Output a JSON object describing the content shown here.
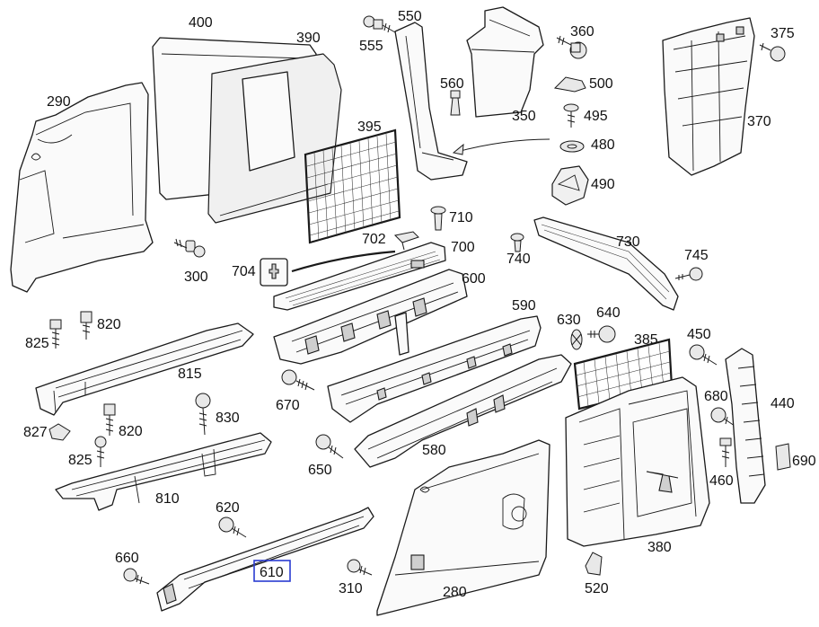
{
  "diagram": {
    "highlight_color": "#2a3bd1",
    "line_color": "#1a1a1a",
    "highlighted_part": "610",
    "labels": {
      "p400": "400",
      "p390": "390",
      "p555": "555",
      "p550": "550",
      "p360": "360",
      "p375": "375",
      "p290": "290",
      "p560": "560",
      "p500": "500",
      "p395": "395",
      "p350": "350",
      "p495": "495",
      "p370": "370",
      "p480": "480",
      "p490": "490",
      "p710": "710",
      "p702": "702",
      "p700": "700",
      "p730": "730",
      "p300": "300",
      "p704": "704",
      "p740": "740",
      "p745": "745",
      "p600": "600",
      "p590": "590",
      "p630": "630",
      "p640": "640",
      "p825a": "825",
      "p820a": "820",
      "p385": "385",
      "p450": "450",
      "p815": "815",
      "p670": "670",
      "p680": "680",
      "p440": "440",
      "p827": "827",
      "p820b": "820",
      "p830": "830",
      "p690": "690",
      "p825b": "825",
      "p580": "580",
      "p650": "650",
      "p460": "460",
      "p810": "810",
      "p620": "620",
      "p380": "380",
      "p660": "660",
      "p610": "610",
      "p310": "310",
      "p280": "280",
      "p520": "520"
    }
  }
}
